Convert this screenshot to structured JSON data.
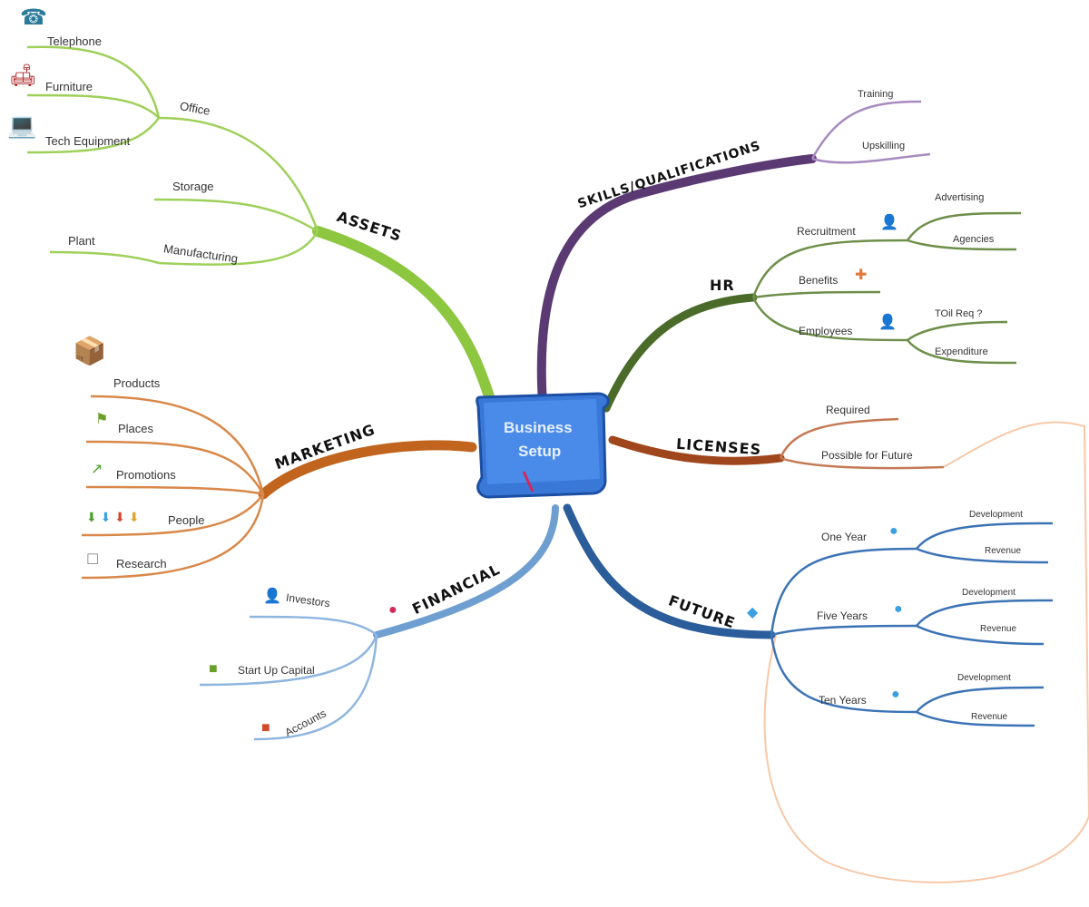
{
  "center": {
    "title_line1": "Business",
    "title_line2": "Setup"
  },
  "branches": {
    "assets": {
      "label": "ASSETS",
      "color": "#8dc63f",
      "office": {
        "label": "Office",
        "items": [
          "Telephone",
          "Furniture",
          "Tech Equipment"
        ]
      },
      "storage": "Storage",
      "manufacturing": {
        "label": "Manufacturing",
        "items": [
          "Plant"
        ]
      }
    },
    "skills": {
      "label": "SKILLS/QUALIFICATIONS",
      "color": "#5b3a73",
      "items": [
        "Training",
        "Upskilling"
      ]
    },
    "hr": {
      "label": "HR",
      "color": "#4a6b2a",
      "recruitment": {
        "label": "Recruitment",
        "items": [
          "Advertising",
          "Agencies"
        ]
      },
      "benefits": "Benefits",
      "employees": {
        "label": "Employees",
        "items": [
          "TOil Req ?",
          "Expenditure"
        ]
      }
    },
    "licenses": {
      "label": "LICENSES",
      "color": "#a0461c",
      "items": [
        "Required",
        "Possible for Future"
      ]
    },
    "future": {
      "label": "FUTURE",
      "color": "#2a5d9a",
      "one_year": {
        "label": "One Year",
        "items": [
          "Development",
          "Revenue"
        ]
      },
      "five_years": {
        "label": "Five Years",
        "items": [
          "Development",
          "Revenue"
        ]
      },
      "ten_years": {
        "label": "Ten Years",
        "items": [
          "Development",
          "Revenue"
        ]
      }
    },
    "financial": {
      "label": "FINANCIAL",
      "color": "#6f9fd1",
      "items": [
        "Investors",
        "Start Up Capital",
        "Accounts"
      ]
    },
    "marketing": {
      "label": "MARKETING",
      "color": "#c0641e",
      "items": [
        "Products",
        "Places",
        "Promotions",
        "People",
        "Research"
      ]
    }
  },
  "colors": {
    "boundary": "#f7c8a8",
    "scroll": "#3a78d8"
  }
}
